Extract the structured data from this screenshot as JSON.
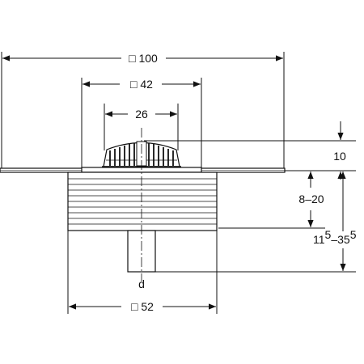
{
  "dimensions": {
    "outer_width": "□ 100",
    "flange_width": "□ 42",
    "grate_diameter": "26",
    "grate_height": "10",
    "insulation_range": "8–20",
    "total_height_prefix_1": "11",
    "total_height_sup_1": "5",
    "total_height_mid": "–35",
    "total_height_sup_2": "5",
    "pipe_label": "d",
    "body_width": "□ 52"
  }
}
